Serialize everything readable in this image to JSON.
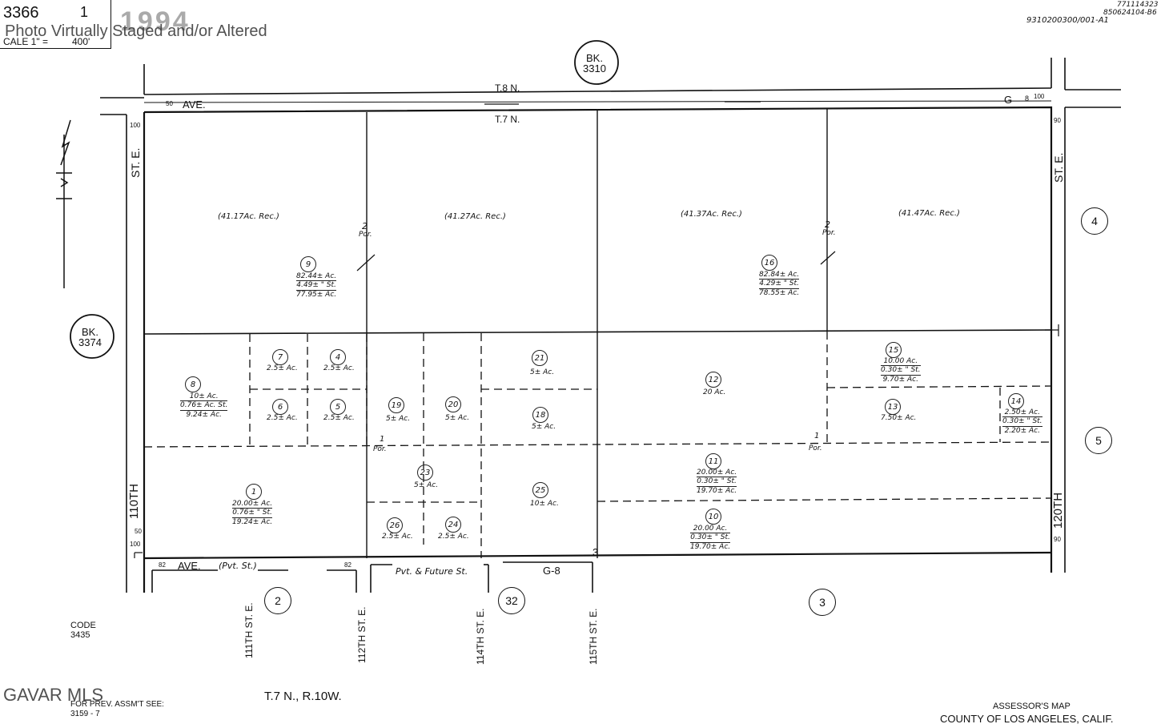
{
  "header": {
    "page_number": "3366",
    "page_suffix": "1",
    "scale_label": "CALE 1\" =",
    "scale_value": "400'",
    "year": "1994",
    "ref_code_1": "771114323",
    "ref_code_2": "850624104-B6",
    "ref_code_3": "9310200300/001-A1"
  },
  "watermarks": {
    "top": "Photo Virtually Staged and/or Altered",
    "bottom": "GAVAR MLS"
  },
  "book_refs": {
    "top": {
      "prefix": "BK.",
      "number": "3310"
    },
    "left": {
      "prefix": "BK.",
      "number": "3374"
    }
  },
  "township": {
    "north": "T.8 N.",
    "south": "T.7 N.",
    "footer": "T.7 N., R.10W."
  },
  "streets": {
    "top_avenue": "AVE.",
    "top_avenue_code": "G",
    "top_width_1": "100",
    "top_width_2": "50",
    "top_width_3": "8",
    "bottom_avenue": "AVE.",
    "bottom_avenue_note": "(Pvt. St.)",
    "bottom_avenue_code": "G-8",
    "bottom_future": "Pvt. & Future St.",
    "left_street_upper": "ST. E.",
    "left_street_lower": "110TH",
    "right_street_upper": "ST. E.",
    "right_street_lower": "120TH",
    "side_streets": [
      "111TH ST. E.",
      "112TH ST. E.",
      "114TH ST. E.",
      "115TH ST. E."
    ],
    "dim_100": "100",
    "dim_50": "50",
    "dim_90": "90",
    "dim_82": "82"
  },
  "page_refs": [
    "4",
    "5",
    "2",
    "32",
    "3"
  ],
  "section_labels": {
    "sec2_por": "2",
    "por": "Por.",
    "sec1_por": "1",
    "sec3": "3"
  },
  "parcels": [
    {
      "id": "1",
      "lines": [
        "20.00± Ac.",
        "0.76± \" St.",
        "19.24± Ac."
      ]
    },
    {
      "id": "4",
      "lines": [
        "2.5± Ac."
      ]
    },
    {
      "id": "5",
      "lines": [
        "2.5± Ac."
      ]
    },
    {
      "id": "6",
      "lines": [
        "2.5± Ac."
      ]
    },
    {
      "id": "7",
      "lines": [
        "2.5± Ac."
      ]
    },
    {
      "id": "8",
      "lines": [
        "10± Ac.",
        "0.76± Ac. St.",
        "9.24± Ac."
      ]
    },
    {
      "id": "9",
      "lines": [
        "82.44± Ac.",
        "4.49± \" St.",
        "77.95± Ac."
      ]
    },
    {
      "id": "10",
      "lines": [
        "20.00 Ac.",
        "0.30± \" St.",
        "19.70± Ac."
      ]
    },
    {
      "id": "11",
      "lines": [
        "20.00± Ac.",
        "0.30± \" St.",
        "19.70± Ac."
      ]
    },
    {
      "id": "12",
      "lines": [
        "20 Ac."
      ]
    },
    {
      "id": "13",
      "lines": [
        "7.50± Ac."
      ]
    },
    {
      "id": "14",
      "lines": [
        "2.50± Ac.",
        "0.30± \" St.",
        "2.20± Ac."
      ]
    },
    {
      "id": "15",
      "lines": [
        "10.00 Ac.",
        "0.30± \" St.",
        "9.70± Ac."
      ]
    },
    {
      "id": "16",
      "lines": [
        "82.84± Ac.",
        "4.29± \" St.",
        "78.55± Ac."
      ]
    },
    {
      "id": "18",
      "lines": [
        "5± Ac."
      ]
    },
    {
      "id": "19",
      "lines": [
        "5± Ac."
      ]
    },
    {
      "id": "20",
      "lines": [
        "5± Ac."
      ]
    },
    {
      "id": "21",
      "lines": [
        "5± Ac."
      ]
    },
    {
      "id": "23",
      "lines": [
        "5± Ac."
      ]
    },
    {
      "id": "24",
      "lines": [
        "2.5± Ac."
      ]
    },
    {
      "id": "25",
      "lines": [
        "10± Ac."
      ]
    },
    {
      "id": "26",
      "lines": [
        "2.5± Ac."
      ]
    }
  ],
  "record_areas": [
    "(41.17Ac. Rec.)",
    "(41.27Ac. Rec.)",
    "(41.37Ac. Rec.)",
    "(41.47Ac. Rec.)"
  ],
  "footer": {
    "code_label": "CODE",
    "code_value": "3435",
    "prev_label": "FOR PREV. ASSM'T SEE:",
    "prev_value": "3159 - 7",
    "title_1": "ASSESSOR'S MAP",
    "title_2": "COUNTY OF LOS ANGELES, CALIF."
  },
  "colors": {
    "ink": "#111111",
    "paper": "#ffffff"
  },
  "icons": [
    "north-arrow-icon"
  ]
}
